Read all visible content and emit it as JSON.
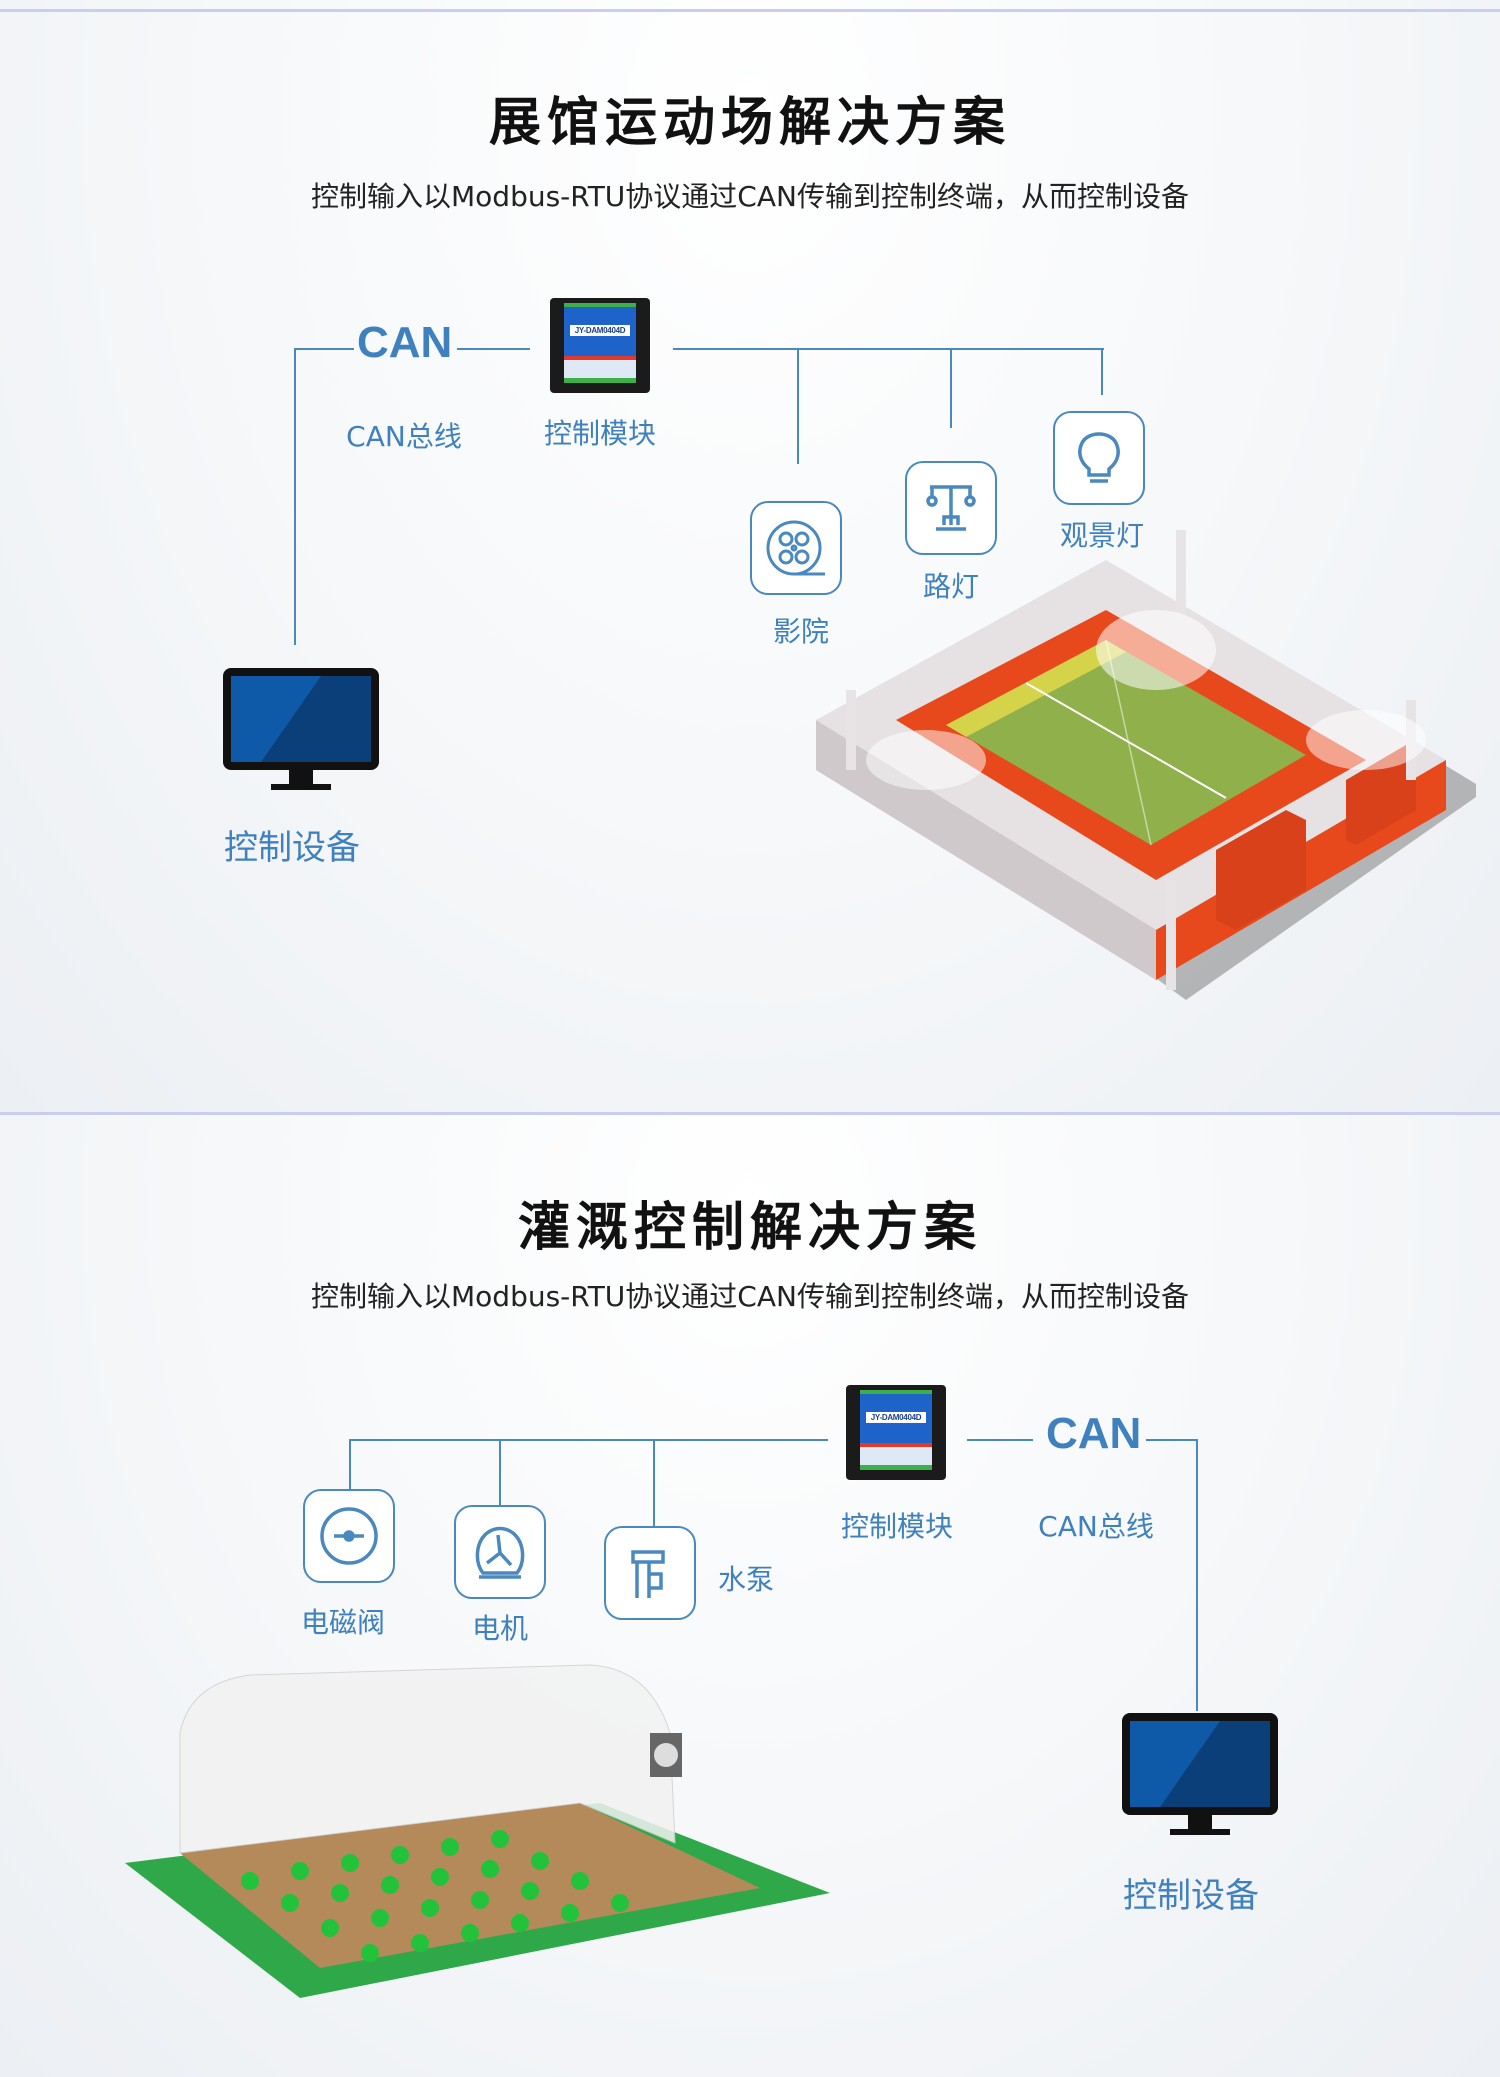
{
  "stadium": {
    "title": "展馆运动场解决方案",
    "subtitle": "控制输入以Modbus-RTU协议通过CAN传输到控制终端，从而控制设备",
    "can_label": "CAN",
    "can_bus": "CAN总线",
    "module": "控制模块",
    "module_model": "JY-DAM0404D",
    "device": "控制设备",
    "endpoints": [
      {
        "label": "影院",
        "icon": "film-reel-icon"
      },
      {
        "label": "路灯",
        "icon": "street-lamp-icon"
      },
      {
        "label": "观景灯",
        "icon": "light-bulb-icon"
      }
    ]
  },
  "irrigation": {
    "title": "灌溉控制解决方案",
    "subtitle": "控制输入以Modbus-RTU协议通过CAN传输到控制终端，从而控制设备",
    "can_label": "CAN",
    "can_bus": "CAN总线",
    "module": "控制模块",
    "module_model": "JY-DAM0404D",
    "device": "控制设备",
    "endpoints": [
      {
        "label": "电磁阀",
        "icon": "solenoid-valve-icon"
      },
      {
        "label": "电机",
        "icon": "motor-fan-icon"
      },
      {
        "label": "水泵",
        "icon": "water-pump-icon"
      }
    ]
  },
  "colors": {
    "accent": "#4a88c0",
    "label": "#3f80bf",
    "divider": "#c9cdf1",
    "title": "#111111"
  }
}
